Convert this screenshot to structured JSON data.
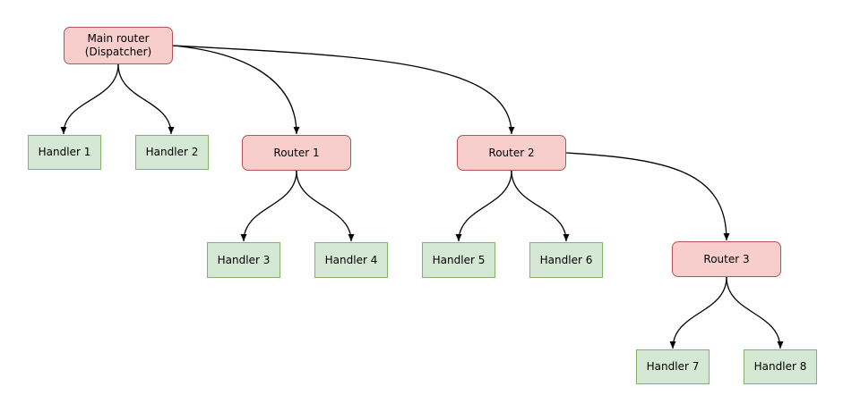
{
  "diagram": {
    "background_color": "#ffffff",
    "edge_color": "#000000",
    "node_styles": {
      "router": {
        "fill": "#f8cecc",
        "border": "#b85450",
        "shape": "rounded-rectangle"
      },
      "handler": {
        "fill": "#d5e8d4",
        "border": "#82b366",
        "shape": "rectangle"
      }
    },
    "nodes": {
      "main_router": {
        "type": "router",
        "label_line1": "Main router",
        "label_line2": "(Dispatcher)"
      },
      "router1": {
        "type": "router",
        "label": "Router 1"
      },
      "router2": {
        "type": "router",
        "label": "Router 2"
      },
      "router3": {
        "type": "router",
        "label": "Router 3"
      },
      "handler1": {
        "type": "handler",
        "label": "Handler 1"
      },
      "handler2": {
        "type": "handler",
        "label": "Handler 2"
      },
      "handler3": {
        "type": "handler",
        "label": "Handler 3"
      },
      "handler4": {
        "type": "handler",
        "label": "Handler 4"
      },
      "handler5": {
        "type": "handler",
        "label": "Handler 5"
      },
      "handler6": {
        "type": "handler",
        "label": "Handler 6"
      },
      "handler7": {
        "type": "handler",
        "label": "Handler 7"
      },
      "handler8": {
        "type": "handler",
        "label": "Handler 8"
      }
    },
    "edges": [
      {
        "from": "main_router",
        "to": "handler1"
      },
      {
        "from": "main_router",
        "to": "handler2"
      },
      {
        "from": "main_router",
        "to": "router1"
      },
      {
        "from": "main_router",
        "to": "router2"
      },
      {
        "from": "router1",
        "to": "handler3"
      },
      {
        "from": "router1",
        "to": "handler4"
      },
      {
        "from": "router2",
        "to": "handler5"
      },
      {
        "from": "router2",
        "to": "handler6"
      },
      {
        "from": "router2",
        "to": "router3"
      },
      {
        "from": "router3",
        "to": "handler7"
      },
      {
        "from": "router3",
        "to": "handler8"
      }
    ]
  }
}
